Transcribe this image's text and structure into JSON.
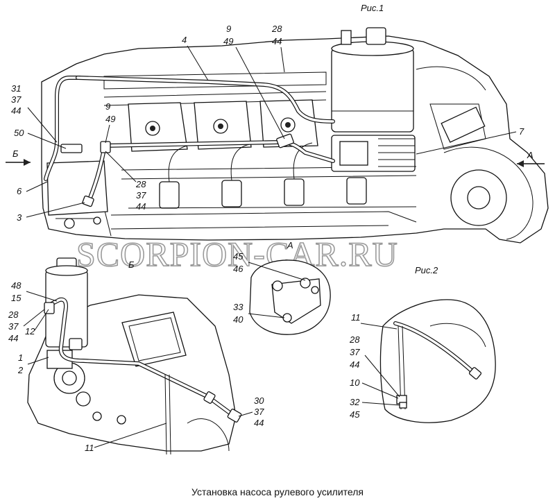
{
  "figures": {
    "fig1": "Рис.1",
    "fig2": "Рис.2"
  },
  "views": {
    "A": "А",
    "B": "Б"
  },
  "watermark": "SCORPION-CAR.RU",
  "caption": "Установка насоса рулевого усилителя",
  "callouts_fig1": [
    "31",
    "37",
    "44",
    "50",
    "6",
    "3",
    "4",
    "9",
    "49",
    "28",
    "44",
    "9",
    "49",
    "28",
    "37",
    "44",
    "7"
  ],
  "callouts_viewA": [
    "45",
    "46",
    "33",
    "40"
  ],
  "callouts_viewB": [
    "48",
    "15",
    "28",
    "37",
    "44",
    "12",
    "1",
    "2",
    "30",
    "37",
    "44",
    "11"
  ],
  "callouts_fig2": [
    "11",
    "28",
    "37",
    "44",
    "10",
    "32",
    "45"
  ]
}
